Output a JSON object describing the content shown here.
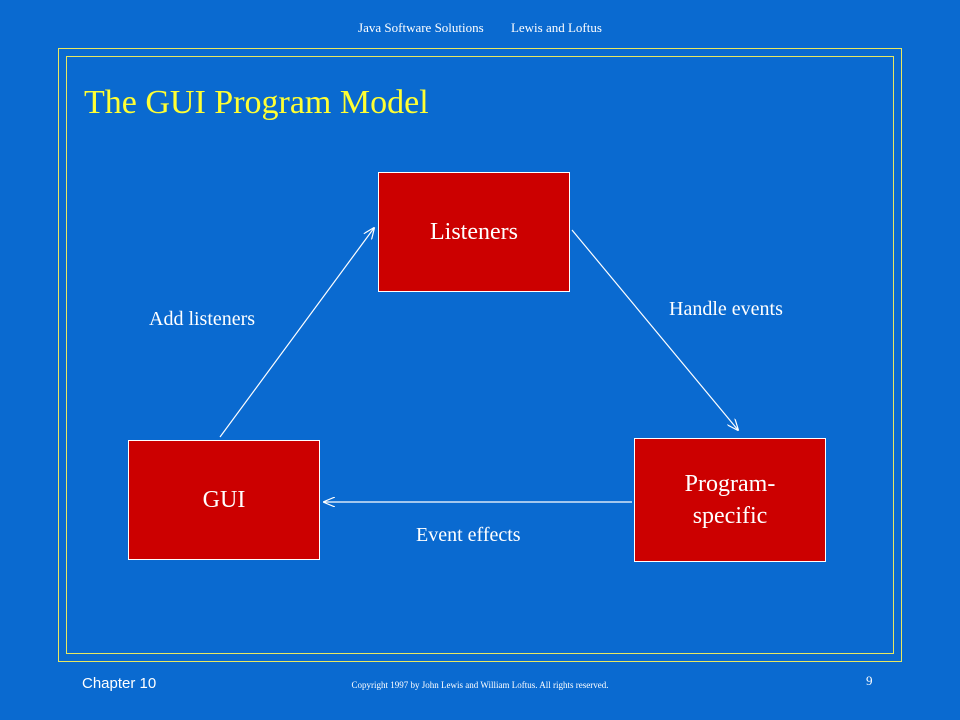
{
  "header": {
    "book": "Java Software Solutions",
    "authors": "Lewis and Loftus"
  },
  "slide": {
    "title": "The GUI Program Model"
  },
  "diagram": {
    "nodes": {
      "listeners": "Listeners",
      "gui": "GUI",
      "program_line1": "Program-",
      "program_line2": "specific"
    },
    "edges": {
      "add_listeners": "Add listeners",
      "handle_events": "Handle events",
      "event_effects": "Event effects"
    }
  },
  "footer": {
    "chapter": "Chapter 10",
    "copyright": "Copyright 1997 by John Lewis and William Loftus.  All rights reserved.",
    "page_number": "9"
  },
  "colors": {
    "background": "#0a6ad0",
    "box_fill": "#cc0000",
    "title": "#ffff33",
    "frame": "#e8e860"
  }
}
